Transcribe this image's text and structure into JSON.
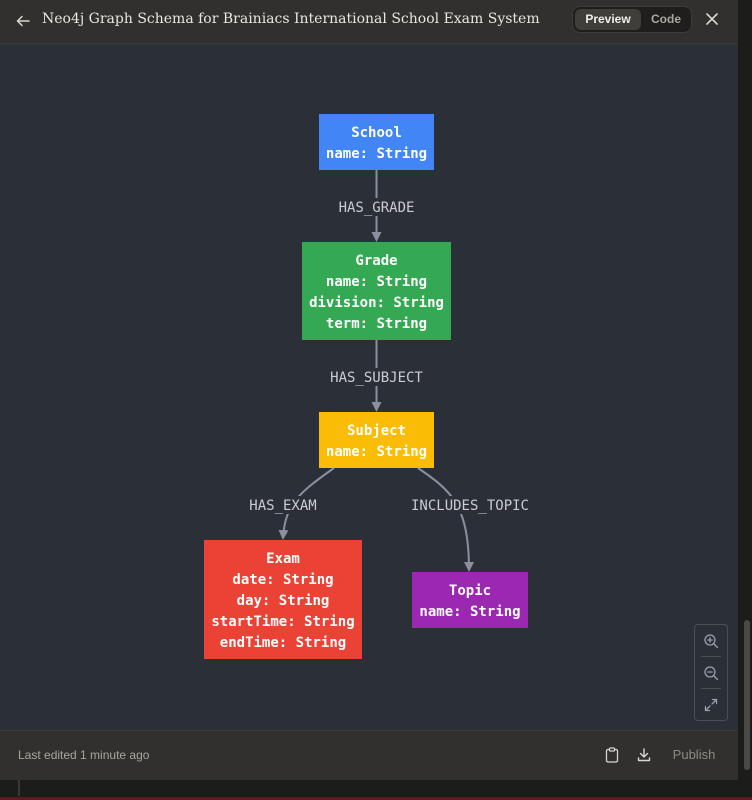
{
  "header": {
    "title": "Neo4j Graph Schema for Brainiacs International School Exam System",
    "tabs": [
      {
        "label": "Preview",
        "active": true
      },
      {
        "label": "Code",
        "active": false
      }
    ]
  },
  "diagram": {
    "nodes": [
      {
        "id": "school",
        "color": "#4285f4",
        "lines": [
          "School",
          "name: String"
        ]
      },
      {
        "id": "grade",
        "color": "#34a853",
        "lines": [
          "Grade",
          "name: String",
          "division: String",
          "term: String"
        ]
      },
      {
        "id": "subject",
        "color": "#fbbc05",
        "lines": [
          "Subject",
          "name: String"
        ]
      },
      {
        "id": "exam",
        "color": "#ea4335",
        "lines": [
          "Exam",
          "date: String",
          "day: String",
          "startTime: String",
          "endTime: String"
        ]
      },
      {
        "id": "topic",
        "color": "#9c27b0",
        "lines": [
          "Topic",
          "name: String"
        ]
      }
    ],
    "edges": [
      {
        "from": "school",
        "to": "grade",
        "label": "HAS_GRADE"
      },
      {
        "from": "grade",
        "to": "subject",
        "label": "HAS_SUBJECT"
      },
      {
        "from": "subject",
        "to": "exam",
        "label": "HAS_EXAM"
      },
      {
        "from": "subject",
        "to": "topic",
        "label": "INCLUDES_TOPIC"
      }
    ]
  },
  "zoom_controls": [
    "zoom-in-icon",
    "zoom-out-icon",
    "fit-view-icon"
  ],
  "footer": {
    "last_edited": "Last edited 1 minute ago",
    "publish_label": "Publish"
  },
  "icons": {
    "back": "arrow-left-icon",
    "close": "close-icon",
    "copy": "clipboard-icon",
    "download": "download-icon"
  }
}
